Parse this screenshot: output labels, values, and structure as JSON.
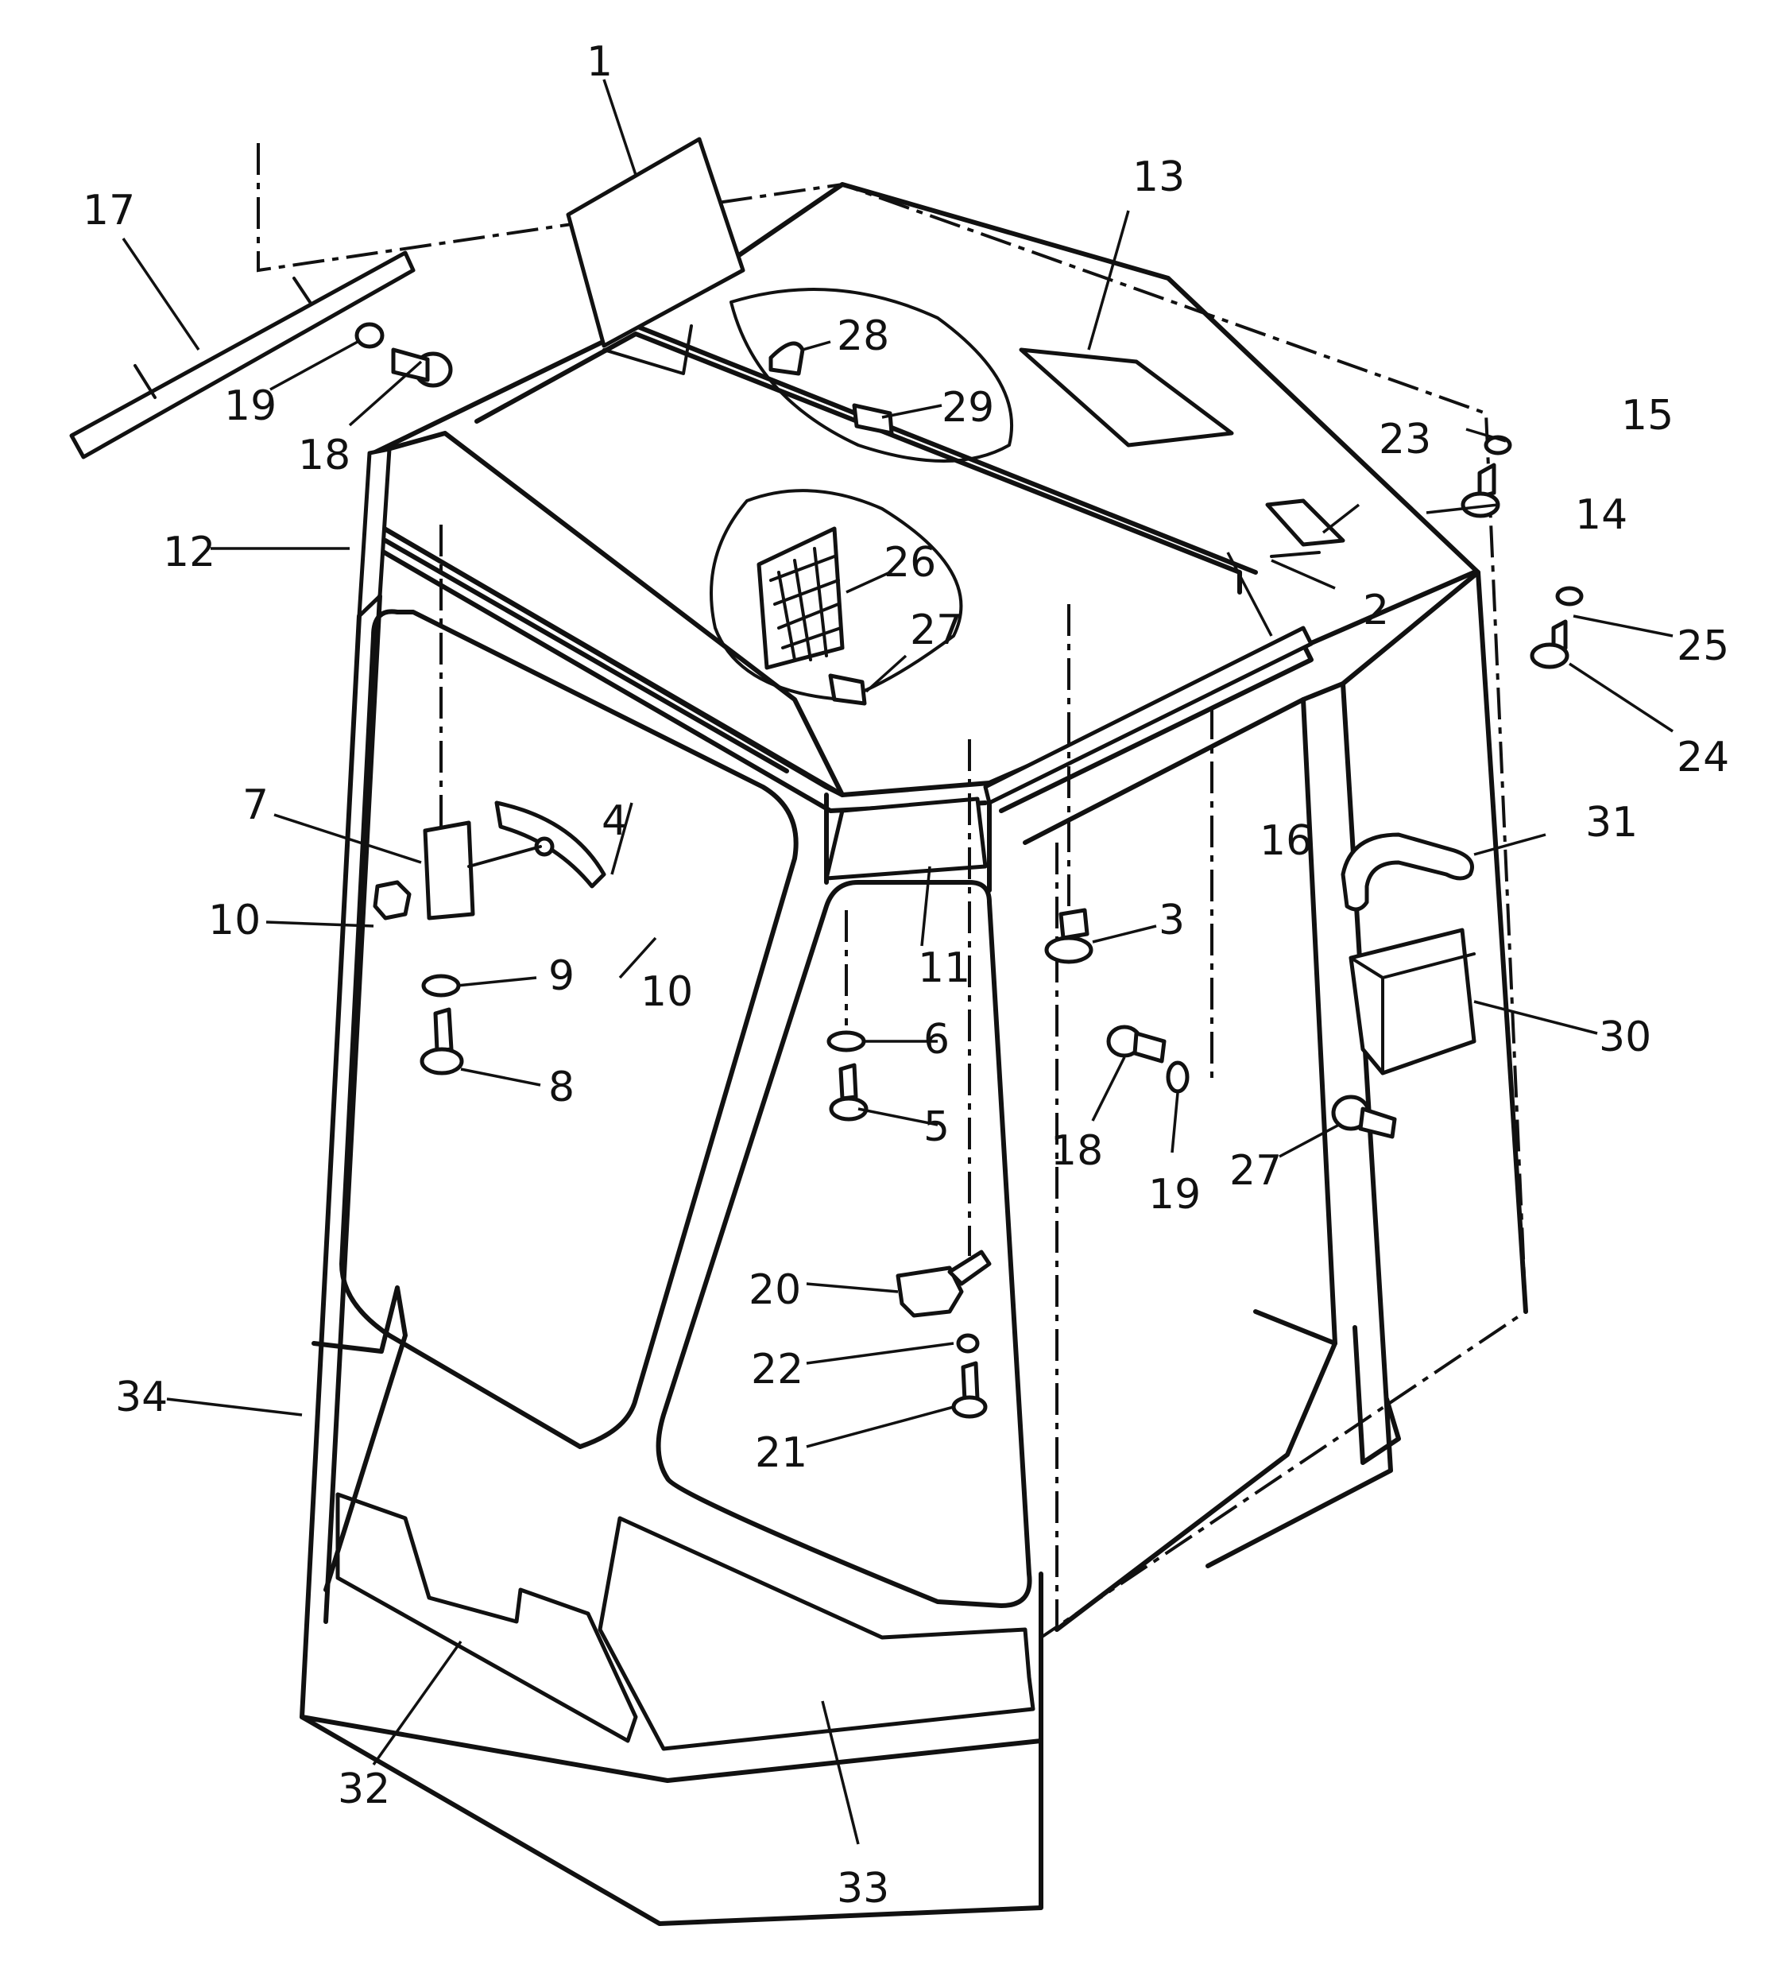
{
  "callouts": [
    {
      "id": "c1",
      "label": "1"
    },
    {
      "id": "c2",
      "label": "2"
    },
    {
      "id": "c3",
      "label": "3"
    },
    {
      "id": "c4",
      "label": "4"
    },
    {
      "id": "c5",
      "label": "5"
    },
    {
      "id": "c6",
      "label": "6"
    },
    {
      "id": "c7",
      "label": "7"
    },
    {
      "id": "c8",
      "label": "8"
    },
    {
      "id": "c9",
      "label": "9"
    },
    {
      "id": "c10a",
      "label": "10"
    },
    {
      "id": "c10b",
      "label": "10"
    },
    {
      "id": "c11",
      "label": "11"
    },
    {
      "id": "c12",
      "label": "12"
    },
    {
      "id": "c13",
      "label": "13"
    },
    {
      "id": "c14",
      "label": "14"
    },
    {
      "id": "c15",
      "label": "15"
    },
    {
      "id": "c16",
      "label": "16"
    },
    {
      "id": "c17",
      "label": "17"
    },
    {
      "id": "c18a",
      "label": "18"
    },
    {
      "id": "c18b",
      "label": "18"
    },
    {
      "id": "c19a",
      "label": "19"
    },
    {
      "id": "c19b",
      "label": "19"
    },
    {
      "id": "c20",
      "label": "20"
    },
    {
      "id": "c21",
      "label": "21"
    },
    {
      "id": "c22",
      "label": "22"
    },
    {
      "id": "c23",
      "label": "23"
    },
    {
      "id": "c24",
      "label": "24"
    },
    {
      "id": "c25",
      "label": "25"
    },
    {
      "id": "c26",
      "label": "26"
    },
    {
      "id": "c27a",
      "label": "27"
    },
    {
      "id": "c27b",
      "label": "27"
    },
    {
      "id": "c28",
      "label": "28"
    },
    {
      "id": "c29",
      "label": "29"
    },
    {
      "id": "c30",
      "label": "30"
    },
    {
      "id": "c31",
      "label": "31"
    },
    {
      "id": "c32",
      "label": "32"
    },
    {
      "id": "c33",
      "label": "33"
    },
    {
      "id": "c34",
      "label": "34"
    }
  ]
}
